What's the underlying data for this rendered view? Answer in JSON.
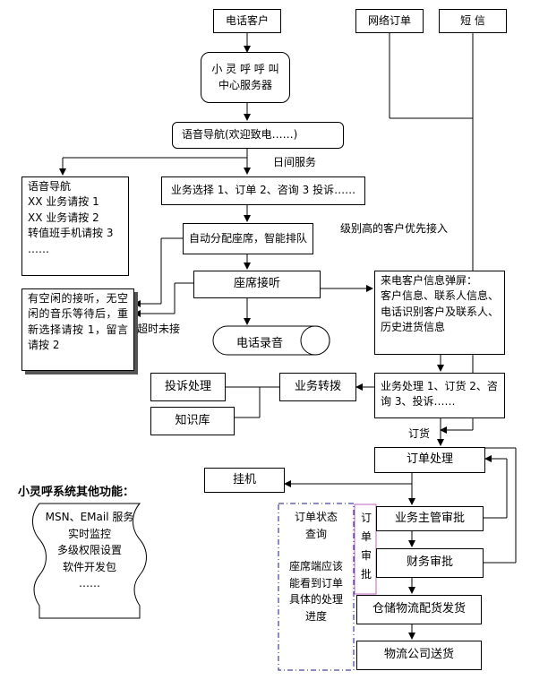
{
  "inputs": {
    "phone": "电话客户",
    "online": "网络订单",
    "sms": "短 信"
  },
  "server": {
    "line1": "小 灵 呼 呼 叫",
    "line2": "中心服务器"
  },
  "ivr": "语音导航(欢迎致电……)",
  "day_service": "日间服务",
  "ivr_menu": [
    "语音导航",
    "XX 业务请按 1",
    "XX 业务请按 2",
    "转值班手机请按 3",
    "……"
  ],
  "business_select": "业务选择 1、订单 2、咨询 3 投诉……",
  "priority_note": "级别高的客户优先接入",
  "auto_assign": "自动分配座席，智能排队",
  "idle_box": [
    "有空闲的接听，无空闲的音乐等待后，重新选择请按 1，留言请按 2"
  ],
  "agent_answer": "座席接听",
  "timeout": "超时未接",
  "recording": "电话录音",
  "popup": [
    "来电客户信息弹屏：",
    "客户信息、联系人信息、电话识别客户及联系人、历史进货信息"
  ],
  "complaint": "投诉处理",
  "transfer": "业务转拨",
  "knowledge": "知识库",
  "biz_process": [
    "业务处理 1、订货 2、咨询 3、投诉……"
  ],
  "order_label": "订货",
  "order_process": "订单处理",
  "hangup": "挂机",
  "other_title": "小灵呼系统其他功能：",
  "other_items": [
    "MSN、EMail 服务",
    "实时监控",
    "多级权限设置",
    "软件开发包",
    "……"
  ],
  "order_status": {
    "title1": "订单状态",
    "title2": "查询",
    "desc": [
      "座席端应该",
      "能看到订单",
      "具体的处理",
      "进度"
    ]
  },
  "order_approval_vertical": [
    "订",
    "单",
    "审",
    "批"
  ],
  "manager_approval": "业务主管审批",
  "finance_approval": "财务审批",
  "warehouse": "仓储物流配货发货",
  "delivery": "物流公司送货"
}
